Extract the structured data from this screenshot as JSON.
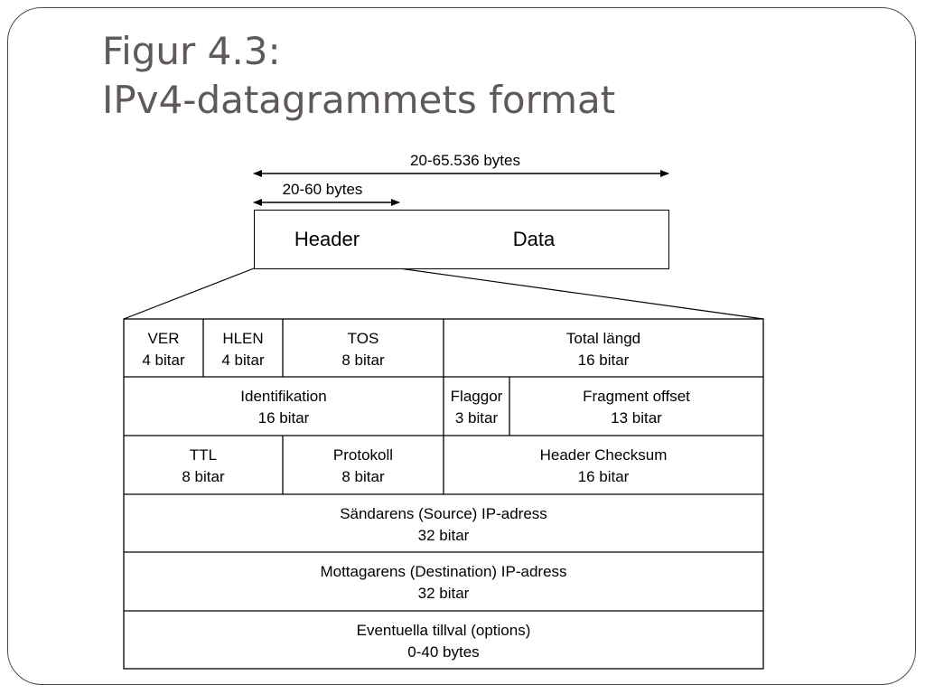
{
  "title": {
    "line1": "Figur 4.3:",
    "line2": "IPv4-datagrammets format"
  },
  "dimensions": {
    "total_label": "20-65.536 bytes",
    "header_label": "20-60 bytes"
  },
  "datagram": {
    "header_label": "Header",
    "data_label": "Data"
  },
  "fields": {
    "ver": {
      "name": "VER",
      "size": "4 bitar"
    },
    "hlen": {
      "name": "HLEN",
      "size": "4 bitar"
    },
    "tos": {
      "name": "TOS",
      "size": "8 bitar"
    },
    "total_length": {
      "name": "Total längd",
      "size": "16 bitar"
    },
    "identification": {
      "name": "Identifikation",
      "size": "16 bitar"
    },
    "flags": {
      "name": "Flaggor",
      "size": "3 bitar"
    },
    "fragment_offset": {
      "name": "Fragment offset",
      "size": "13 bitar"
    },
    "ttl": {
      "name": "TTL",
      "size": "8 bitar"
    },
    "protocol": {
      "name": "Protokoll",
      "size": "8 bitar"
    },
    "header_checksum": {
      "name": "Header Checksum",
      "size": "16 bitar"
    },
    "source_ip": {
      "name": "Sändarens (Source) IP-adress",
      "size": "32 bitar"
    },
    "destination_ip": {
      "name": "Mottagarens (Destination) IP-adress",
      "size": "32 bitar"
    },
    "options": {
      "name": "Eventuella tillval (options)",
      "size": "0-40 bytes"
    }
  }
}
